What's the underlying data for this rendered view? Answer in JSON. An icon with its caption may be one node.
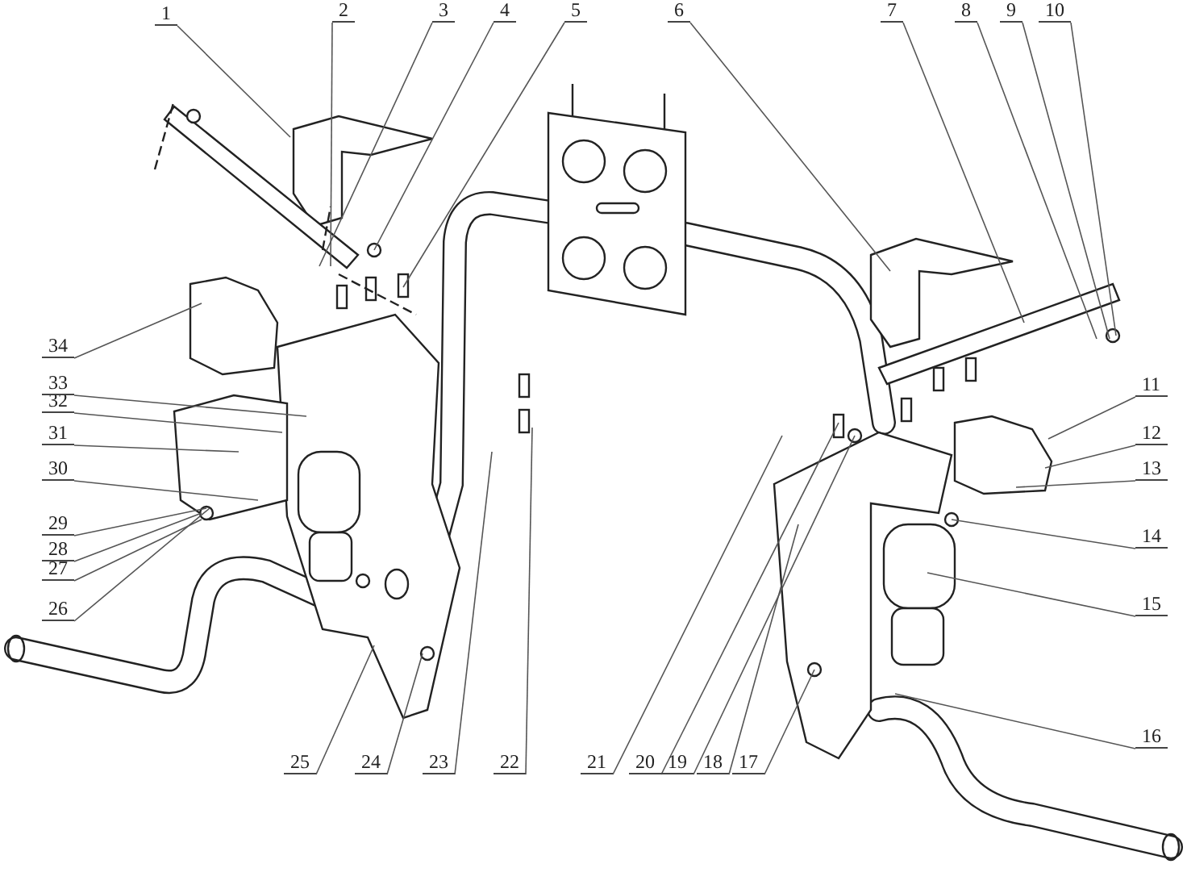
{
  "diagram": {
    "nodes": [
      {
        "text": [
          "1"
        ]
      },
      {
        "text": [
          "2"
        ]
      },
      {
        "text": [
          "3"
        ]
      },
      {
        "text": [
          "4"
        ]
      },
      {
        "text": [
          "5"
        ]
      },
      {
        "text": [
          "6"
        ]
      },
      {
        "text": [
          "7"
        ]
      },
      {
        "text": [
          "8"
        ]
      },
      {
        "text": [
          "9"
        ]
      },
      {
        "text": [
          "10"
        ]
      },
      {
        "text": [
          "11"
        ]
      },
      {
        "text": [
          "12"
        ]
      },
      {
        "text": [
          "13"
        ]
      },
      {
        "text": [
          "14"
        ]
      },
      {
        "text": [
          "15"
        ]
      },
      {
        "text": [
          "16"
        ]
      },
      {
        "text": [
          "17"
        ]
      },
      {
        "text": [
          "18"
        ]
      },
      {
        "text": [
          "19"
        ]
      },
      {
        "text": [
          "20"
        ]
      },
      {
        "text": [
          "21"
        ]
      },
      {
        "text": [
          "22"
        ]
      },
      {
        "text": [
          "23"
        ]
      },
      {
        "text": [
          "24"
        ]
      },
      {
        "text": [
          "25"
        ]
      },
      {
        "text": [
          "26"
        ]
      },
      {
        "text": [
          "27"
        ]
      },
      {
        "text": [
          "28"
        ]
      },
      {
        "text": [
          "29"
        ]
      },
      {
        "text": [
          "30"
        ]
      },
      {
        "text": [
          "31"
        ]
      },
      {
        "text": [
          "32"
        ]
      },
      {
        "text": [
          "33"
        ]
      },
      {
        "text": [
          "34"
        ]
      }
    ],
    "edges": [
      {
        "from": 0,
        "to": null,
        "arrow": "none"
      },
      {
        "from": 1,
        "to": null,
        "arrow": "none"
      },
      {
        "from": 2,
        "to": null,
        "arrow": "none"
      },
      {
        "from": 3,
        "to": null,
        "arrow": "none"
      },
      {
        "from": 4,
        "to": null,
        "arrow": "none"
      },
      {
        "from": 5,
        "to": null,
        "arrow": "none"
      },
      {
        "from": 6,
        "to": null,
        "arrow": "none"
      },
      {
        "from": 7,
        "to": null,
        "arrow": "none"
      },
      {
        "from": 8,
        "to": null,
        "arrow": "none"
      },
      {
        "from": 9,
        "to": null,
        "arrow": "none"
      },
      {
        "from": 10,
        "to": null,
        "arrow": "none"
      },
      {
        "from": 11,
        "to": null,
        "arrow": "none"
      },
      {
        "from": 12,
        "to": null,
        "arrow": "none"
      },
      {
        "from": 13,
        "to": null,
        "arrow": "none"
      },
      {
        "from": 14,
        "to": null,
        "arrow": "none"
      },
      {
        "from": 15,
        "to": null,
        "arrow": "none"
      },
      {
        "from": 16,
        "to": null,
        "arrow": "none"
      },
      {
        "from": 17,
        "to": null,
        "arrow": "none"
      },
      {
        "from": 18,
        "to": null,
        "arrow": "none"
      },
      {
        "from": 19,
        "to": null,
        "arrow": "none"
      },
      {
        "from": 20,
        "to": null,
        "arrow": "none"
      },
      {
        "from": 21,
        "to": null,
        "arrow": "none"
      },
      {
        "from": 22,
        "to": null,
        "arrow": "none"
      },
      {
        "from": 23,
        "to": null,
        "arrow": "none"
      },
      {
        "from": 24,
        "to": null,
        "arrow": "none"
      },
      {
        "from": 25,
        "to": null,
        "arrow": "none"
      },
      {
        "from": 26,
        "to": null,
        "arrow": "none"
      },
      {
        "from": 27,
        "to": null,
        "arrow": "none"
      },
      {
        "from": 28,
        "to": null,
        "arrow": "none"
      },
      {
        "from": 29,
        "to": null,
        "arrow": "none"
      },
      {
        "from": 30,
        "to": null,
        "arrow": "none"
      },
      {
        "from": 31,
        "to": null,
        "arrow": "none"
      },
      {
        "from": 32,
        "to": null,
        "arrow": "none"
      },
      {
        "from": 33,
        "to": null,
        "arrow": "none"
      }
    ]
  }
}
